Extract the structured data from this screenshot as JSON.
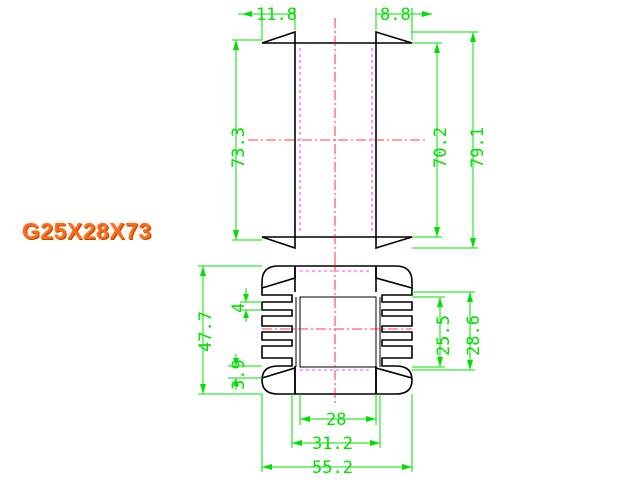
{
  "part_label": "G25X28X73",
  "dimensions": {
    "top_flange_left": "11.8",
    "top_flange_right": "8.8",
    "height_overall": "73.3",
    "height_inner": "70.2",
    "height_total": "79.1",
    "side_total": "47.7",
    "slot_pitch": "4",
    "slot_width": "3.9",
    "window_inner": "25.5",
    "window_outer": "28.6",
    "core_width": "28",
    "bore_width": "31.2",
    "base_width": "55.2"
  },
  "colors": {
    "dimension": "#00e000",
    "label": "#ff6a1a",
    "centerline": "#ff0000",
    "hidden": "#ff00ff",
    "outline": "#000000"
  }
}
